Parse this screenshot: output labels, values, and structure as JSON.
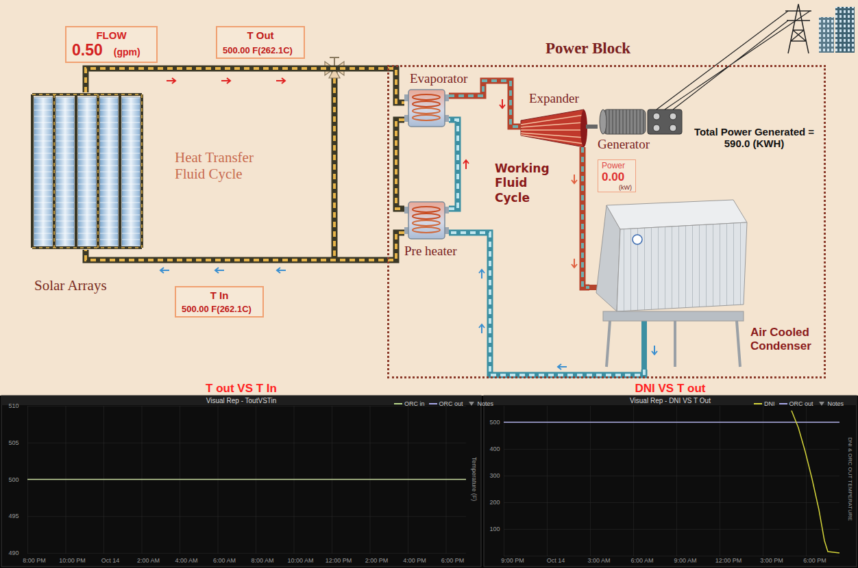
{
  "diagram": {
    "nodes": [
      {
        "text": [
          "FLOW",
          "0.50",
          "(gpm)"
        ]
      },
      {
        "text": [
          "T Out",
          "500.00 F(262.1C)"
        ]
      },
      {
        "text": [
          "Solar Arrays"
        ]
      },
      {
        "text": [
          "T In",
          "500.00 F(262.1C)"
        ]
      },
      {
        "text": [
          "Power Block"
        ]
      },
      {
        "text": [
          "Evaporator"
        ],
        "in": 4
      },
      {
        "text": [
          "Expander"
        ],
        "in": 4
      },
      {
        "text": [
          "Generator"
        ],
        "in": 4
      },
      {
        "text": [
          "Power",
          "0.00",
          "(kW)"
        ],
        "in": 4
      },
      {
        "text": [
          "Pre heater"
        ],
        "in": 4
      },
      {
        "text": [
          "Air Cooled Condenser"
        ],
        "in": 4
      },
      {
        "text": [
          "T out VS T In",
          "Visual Rep - ToutVSTin"
        ]
      },
      {
        "text": [
          "DNI VS T out",
          "Visual Rep - DNI VS T Out"
        ]
      }
    ],
    "edges": [
      {
        "from": 2,
        "to": 5,
        "arrow": "none"
      },
      {
        "from": 5,
        "to": 9,
        "arrow": "none"
      },
      {
        "from": 9,
        "to": 2,
        "arrow": "none"
      },
      {
        "from": 5,
        "to": 6,
        "arrow": "none"
      },
      {
        "from": 6,
        "to": 10,
        "arrow": "none"
      },
      {
        "from": 10,
        "to": 9,
        "arrow": "none"
      },
      {
        "from": 9,
        "to": 5,
        "arrow": "none"
      },
      {
        "from": 6,
        "to": 7,
        "arrow": "none"
      }
    ],
    "labels": [
      "Heat Transfer Fluid Cycle",
      "Working Fluid Cycle",
      "Total Power Generated = 590.0 (KWH)",
      "510",
      "505",
      "500",
      "495",
      "490",
      "8:00 PM",
      "10:00 PM",
      "Oct 14",
      "2:00 AM",
      "4:00 AM",
      "6:00 AM",
      "8:00 AM",
      "10:00 AM",
      "12:00 PM",
      "2:00 PM",
      "4:00 PM",
      "6:00 PM",
      "Temperature (F)",
      "500",
      "400",
      "300",
      "200",
      "100",
      "9:00 PM",
      "Oct 14",
      "3:00 AM",
      "6:00 AM",
      "9:00 AM",
      "12:00 PM",
      "3:00 PM",
      "6:00 PM",
      "DNI & ORC OUT TEMPERATURE"
    ],
    "legend": [
      {
        "text": "ORC in"
      },
      {
        "text": "ORC out"
      },
      {
        "text": "Notes"
      },
      {
        "text": "DNI"
      },
      {
        "text": "ORC out"
      },
      {
        "text": "Notes"
      }
    ]
  }
}
